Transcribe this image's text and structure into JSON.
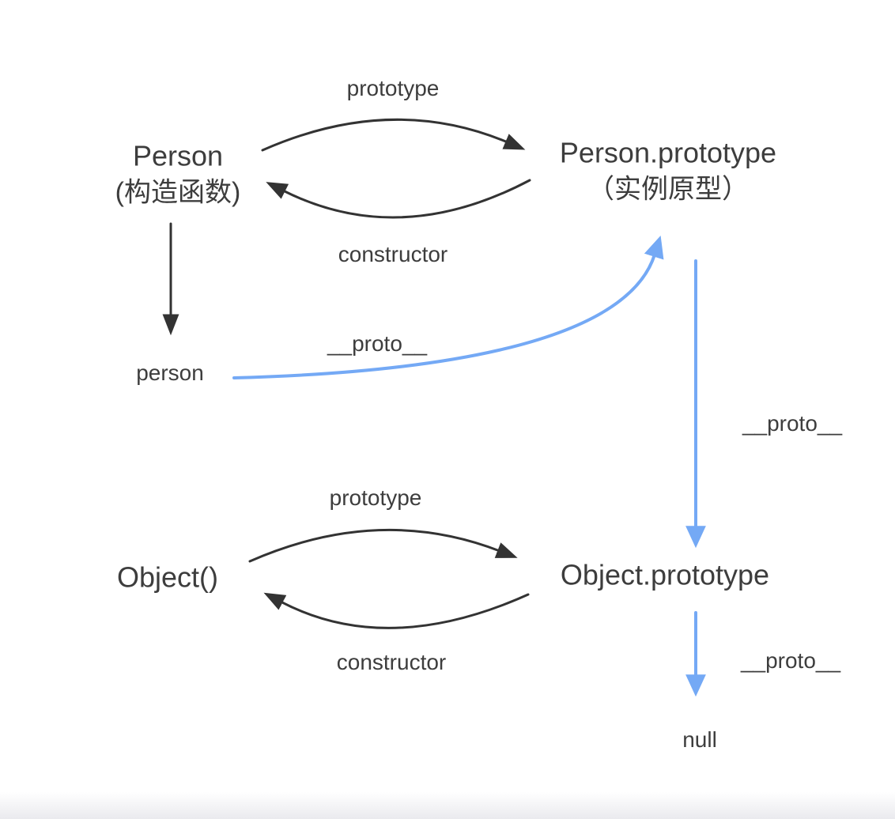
{
  "diagram": {
    "title_hint": "JavaScript prototype chain diagram",
    "nodes": {
      "person_ctor": {
        "title": "Person",
        "subtitle": "(构造函数)"
      },
      "person_proto": {
        "title": "Person.prototype",
        "subtitle": "（实例原型）"
      },
      "person_instance": {
        "title": "person"
      },
      "object_ctor": {
        "title": "Object()"
      },
      "object_proto": {
        "title": "Object.prototype"
      },
      "null_node": {
        "title": "null"
      }
    },
    "labels": {
      "prototype_top": "prototype",
      "constructor_top": "constructor",
      "proto_mid": "__proto__",
      "proto_right_upper": "__proto__",
      "prototype_bottom": "prototype",
      "constructor_bottom": "constructor",
      "proto_right_lower": "__proto__"
    },
    "colors": {
      "text": "#3d3d3d",
      "arrow": "#333333",
      "proto_link": "#74a9f5",
      "background": "#ffffff"
    }
  }
}
